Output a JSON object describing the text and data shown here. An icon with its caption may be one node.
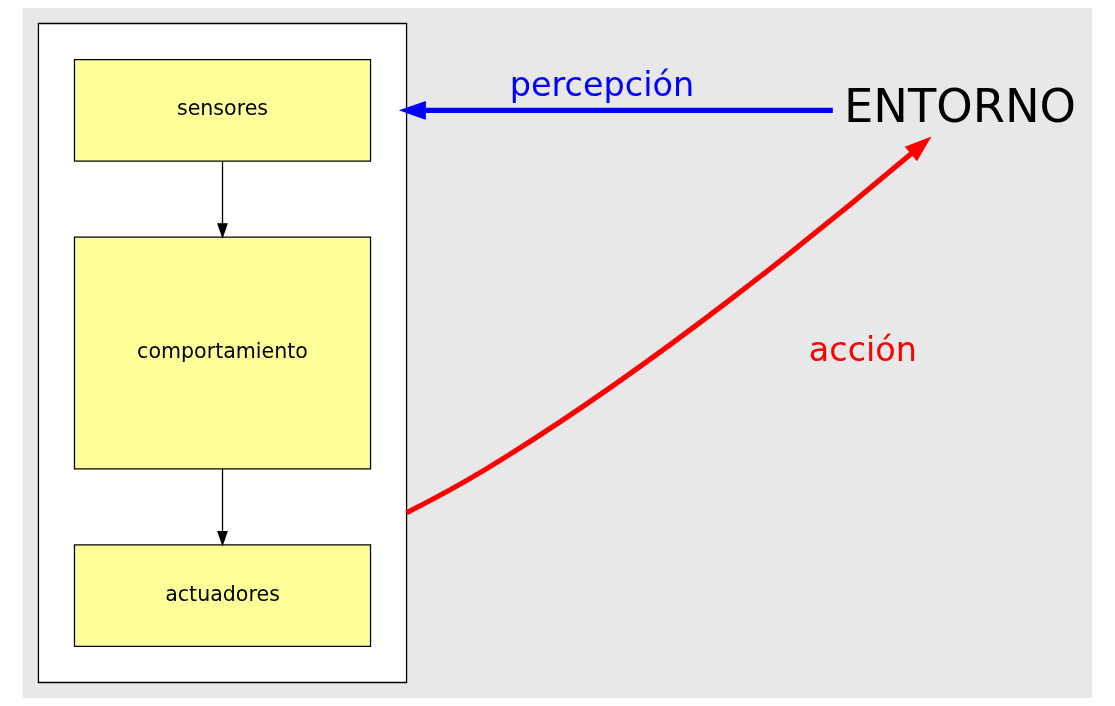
{
  "diagram": {
    "nodes": [
      {
        "text": [],
        "shape": "box"
      },
      {
        "text": [
          "sensores"
        ],
        "in": 0
      },
      {
        "text": [
          "comportamiento"
        ],
        "in": 0
      },
      {
        "text": [
          "actuadores"
        ],
        "in": 0
      },
      {
        "text": [
          "ENTORNO"
        ]
      }
    ],
    "edges": [
      {
        "from": 1,
        "to": 2,
        "arrow": "to"
      },
      {
        "from": 2,
        "to": 3,
        "arrow": "to"
      },
      {
        "from": 4,
        "to": 0,
        "arrow": "to",
        "label": "percepción",
        "style": "thick",
        "color": "#0000ff"
      },
      {
        "from": 0,
        "to": 4,
        "arrow": "to",
        "label": "acción",
        "style": "thick",
        "color": "#ff0000"
      }
    ]
  }
}
